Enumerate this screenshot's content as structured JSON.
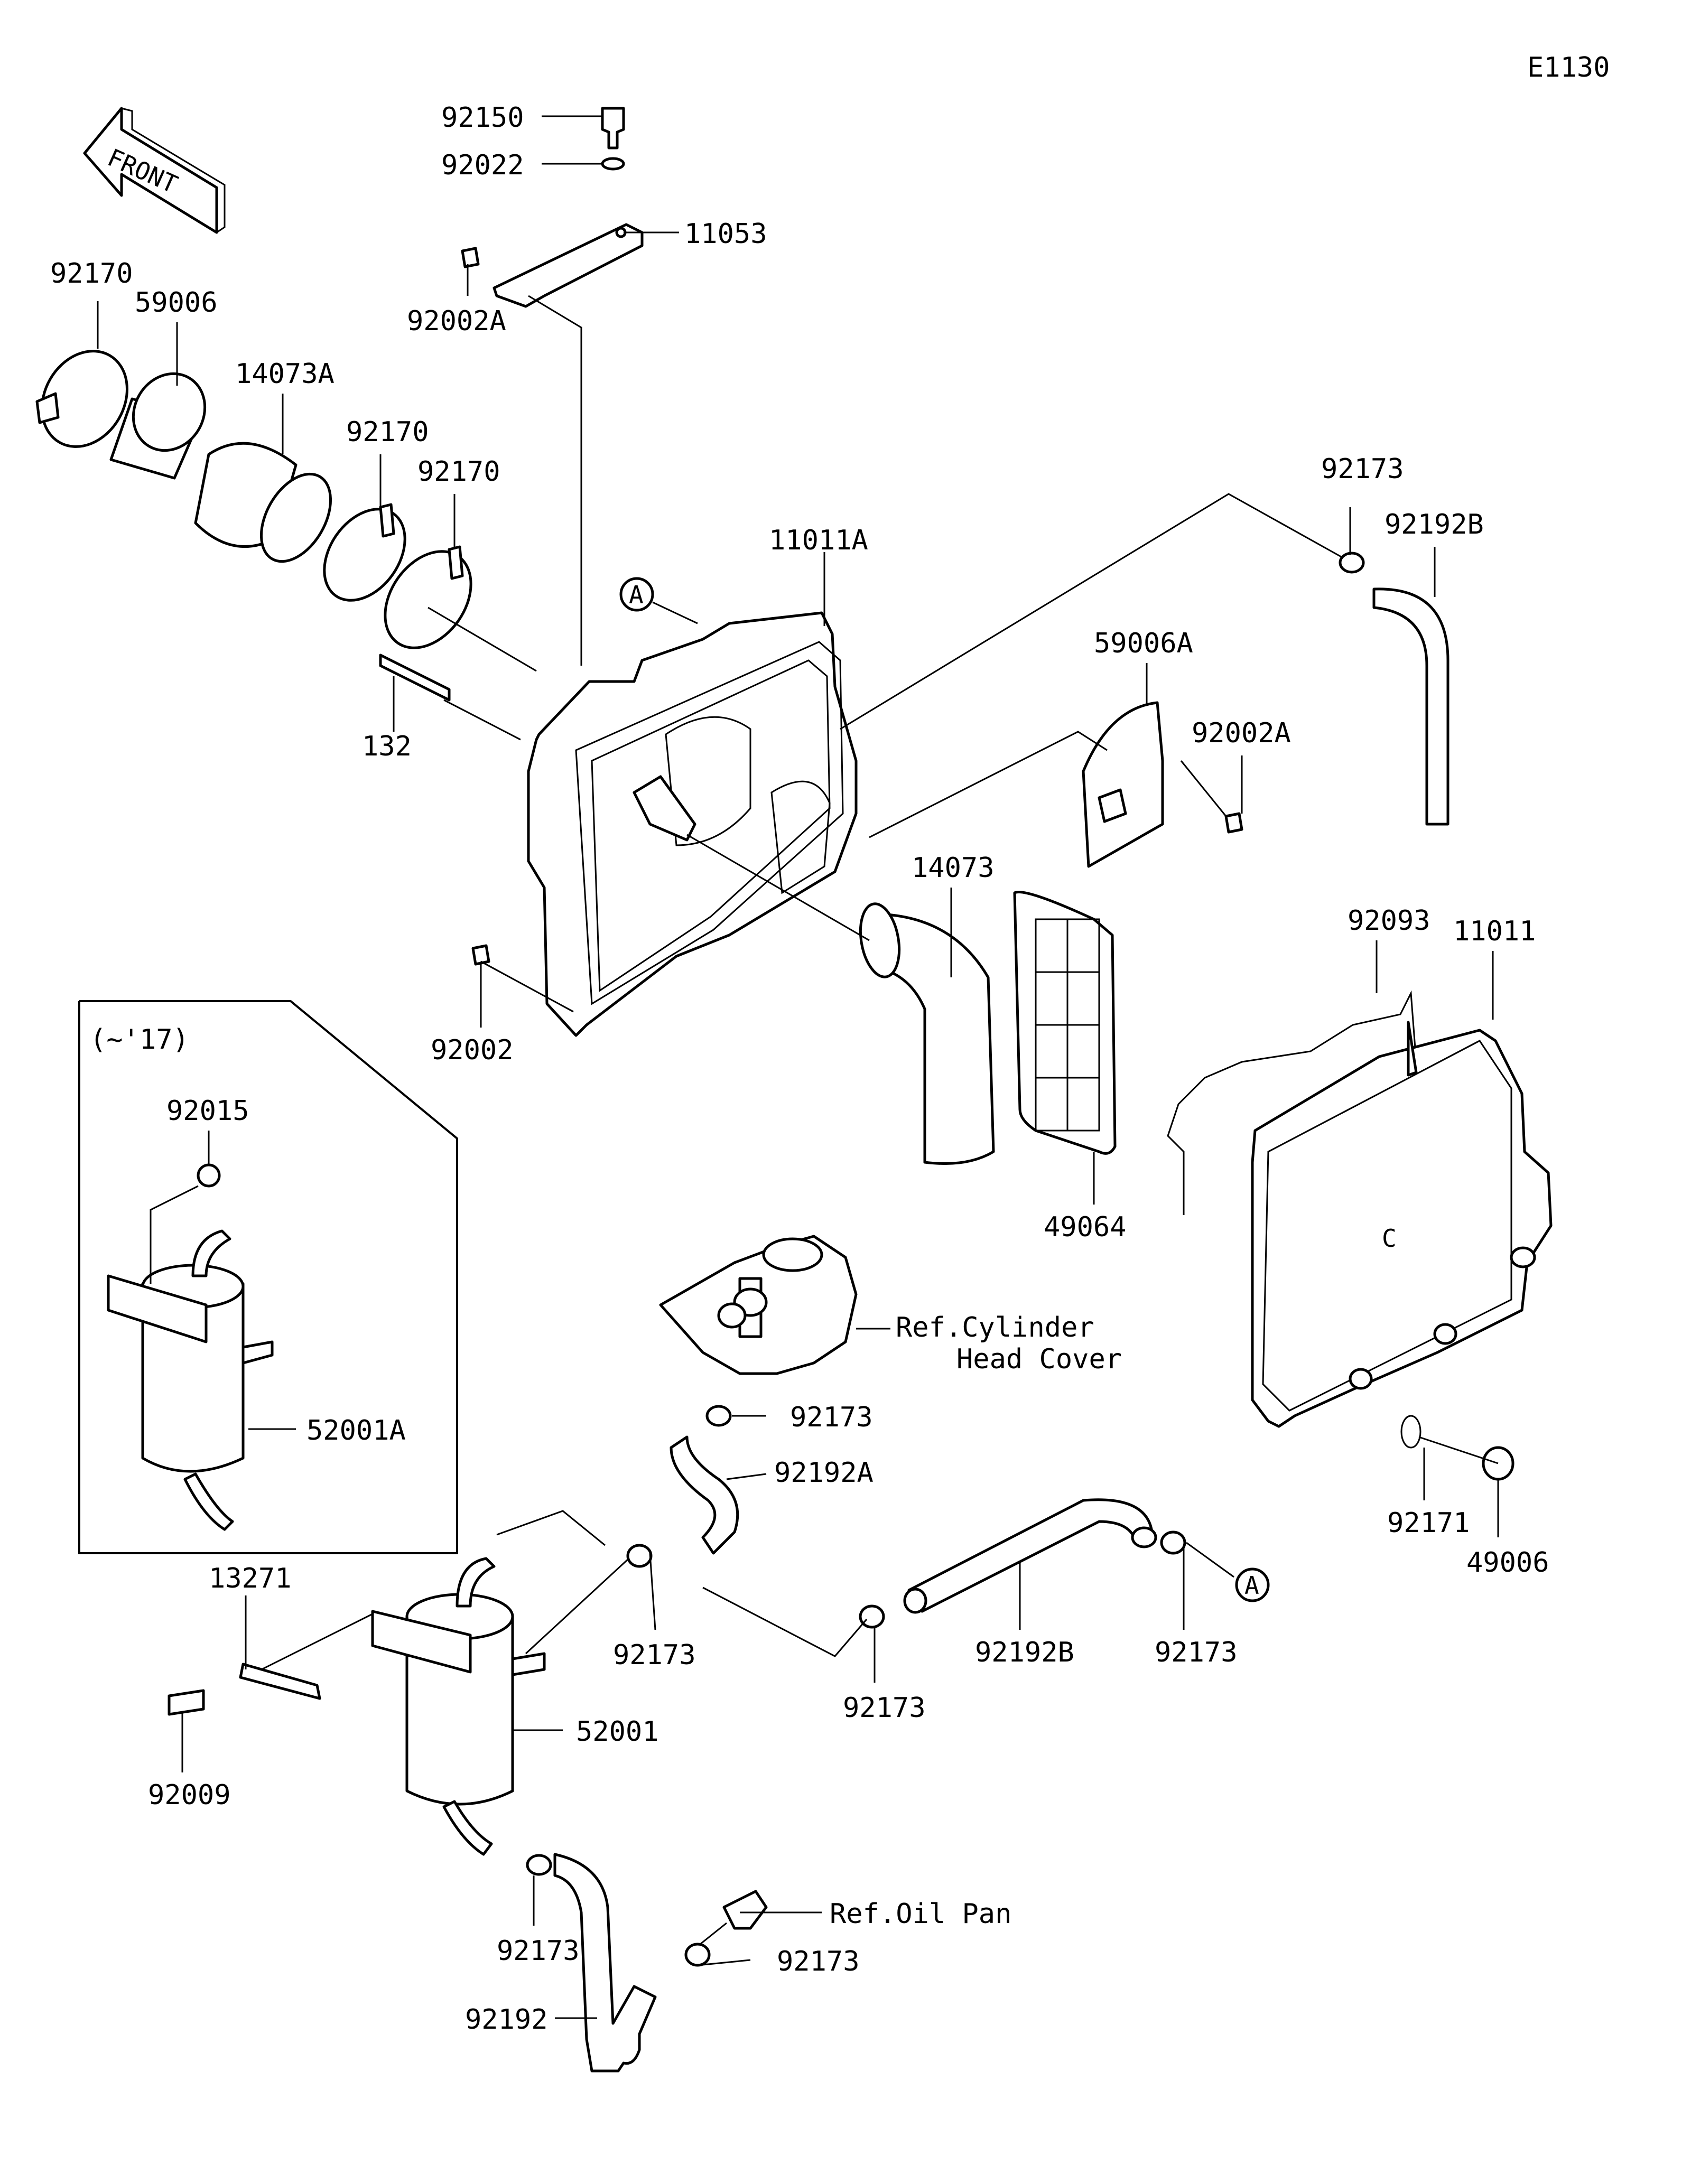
{
  "diagram_code": "E1130",
  "front_label": "FRONT",
  "inset_label": "(~'17)",
  "circle_marker": "A",
  "hidden_mark": "C",
  "callouts": [
    "92150",
    "92022",
    "11053",
    "92002A",
    "92170",
    "59006",
    "14073A",
    "92170",
    "92170",
    "11011A",
    "132",
    "92002",
    "92173",
    "92192B",
    "59006A",
    "92002A",
    "14073",
    "49064",
    "92093",
    "11011",
    "92015",
    "52001A",
    "92173",
    "92192A",
    "92171",
    "49006",
    "13271",
    "92009",
    "52001",
    "92173",
    "92173",
    "92192B",
    "92173",
    "92173",
    "92192",
    "92173"
  ],
  "refs": {
    "cylinder_head_1": "Ref.Cylinder",
    "cylinder_head_2": "Head Cover",
    "oil_pan": "Ref.Oil Pan"
  }
}
